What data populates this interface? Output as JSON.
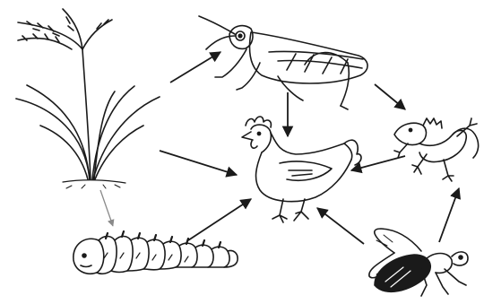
{
  "diagram": {
    "type": "food-web",
    "organisms": [
      {
        "id": "rice",
        "icon": "rice-plant-icon"
      },
      {
        "id": "grasshopper",
        "icon": "grasshopper-icon"
      },
      {
        "id": "chicken",
        "icon": "chicken-icon"
      },
      {
        "id": "lizard",
        "icon": "lizard-icon"
      },
      {
        "id": "caterpillar",
        "icon": "caterpillar-icon"
      },
      {
        "id": "fly",
        "icon": "fly-icon"
      }
    ],
    "links": [
      {
        "from": "rice",
        "to": "grasshopper"
      },
      {
        "from": "rice",
        "to": "chicken"
      },
      {
        "from": "rice",
        "to": "caterpillar"
      },
      {
        "from": "grasshopper",
        "to": "chicken"
      },
      {
        "from": "grasshopper",
        "to": "lizard"
      },
      {
        "from": "caterpillar",
        "to": "chicken"
      },
      {
        "from": "lizard",
        "to": "chicken"
      },
      {
        "from": "fly",
        "to": "chicken"
      },
      {
        "from": "fly",
        "to": "lizard"
      }
    ],
    "colors": {
      "ink": "#1a1a1a",
      "soft_arrow": "#8a8a8a",
      "background": "#ffffff"
    }
  }
}
